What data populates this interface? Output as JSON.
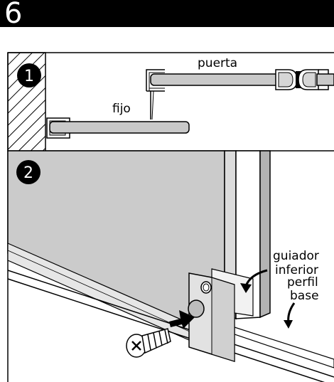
{
  "step_number": "6",
  "panels": [
    {
      "badge": "1",
      "labels": {
        "door": "puerta",
        "fixed": "fijo"
      }
    },
    {
      "badge": "2",
      "labels": {
        "lower_guide_line1": "guiador",
        "lower_guide_line2": "inferior",
        "base_profile_line1": "perfil",
        "base_profile_line2": "base"
      }
    }
  ],
  "colors": {
    "header": "#000000",
    "glass": "#c9c9c9",
    "glass_dark": "#9e9e9e",
    "line": "#000000",
    "badge": "#000000"
  },
  "icons": [
    "screw-icon",
    "insert-arrow-icon",
    "hatched-wall",
    "magnetic-seal"
  ]
}
